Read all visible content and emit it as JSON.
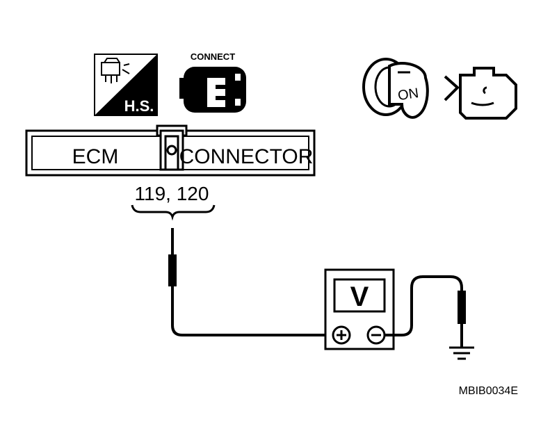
{
  "icons": {
    "hs_label": "H.S.",
    "connect_label": "CONNECT",
    "ignition_label": "ON"
  },
  "connector": {
    "left_label": "ECM",
    "right_label": "CONNECTOR",
    "terminals": "119, 120"
  },
  "meter": {
    "display": "V",
    "positive_symbol": "⊕",
    "negative_symbol": "⊖"
  },
  "figure_code": "MBIB0034E"
}
